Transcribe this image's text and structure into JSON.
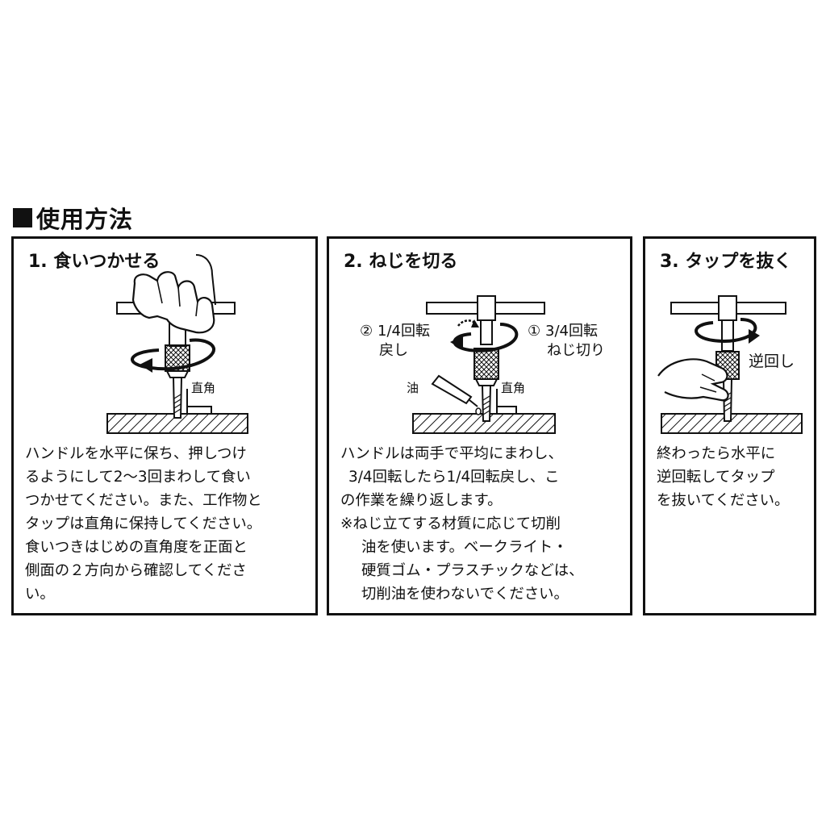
{
  "section_title": "使用方法",
  "panels": [
    {
      "title": "1. 食いつかせる",
      "label": "直角",
      "text": [
        "ハンドルを水平に保ち、押しつけ",
        "るようにして2〜3回まわして食い",
        "つかせてください。また、工作物と",
        "タップは直角に保持してください。",
        "食いつきはじめの直角度を正面と",
        "側面の２方向から確認してくださ",
        "い。"
      ]
    },
    {
      "title": "2. ねじを切る",
      "step2": {
        "num": "②",
        "value": "1/4回転",
        "action": "戻し"
      },
      "step1": {
        "num": "①",
        "value": "3/4回転",
        "action": "ねじ切り"
      },
      "oil_label": "油",
      "label": "直角",
      "text": [
        "ハンドルは両手で平均にまわし、",
        "3/4回転したら1/4回転戻し、こ",
        "の作業を繰り返します。",
        "※ねじ立てする材質に応じて切削",
        "油を使います。ベークライト・",
        "硬質ゴム・プラスチックなどは、",
        "切削油を使わないでください。"
      ]
    },
    {
      "title": "3. タップを抜く",
      "label": "逆回し",
      "text": [
        "終わったら水平に",
        "逆回転してタップ",
        "を抜いてください。"
      ]
    }
  ]
}
